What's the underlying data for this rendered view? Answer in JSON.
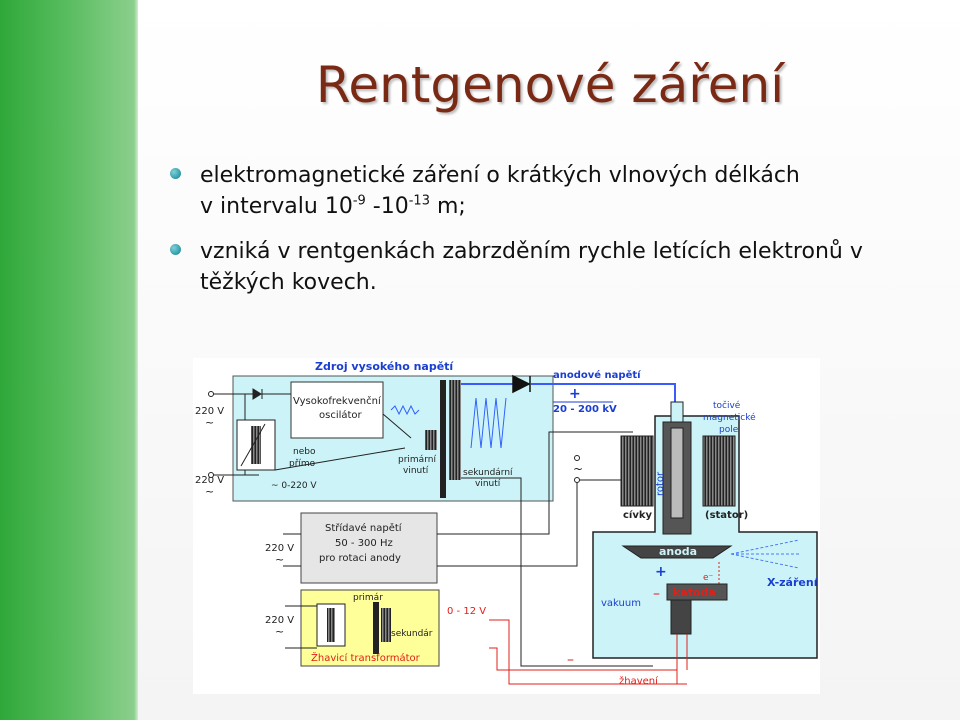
{
  "title": "Rentgenové záření",
  "bullets": [
    {
      "text": "elektromagnetické záření o krátkých vlnových délkách",
      "line2_a": "v intervalu 10",
      "sup1": "-9",
      "line2_b": " -10",
      "sup2": "-13",
      "line2_c": " m;"
    },
    {
      "text": "vzniká v rentgenkách zabrzděním rychle letících elektronů v těžkých kovech."
    }
  ],
  "diagram": {
    "hv_source_label": "Zdroj vysokého napětí",
    "anode_voltage_label": "anodové napětí",
    "plus": "+",
    "voltage_range": "20 - 200 kV",
    "oscillator_line1": "Vysokofrekvenční",
    "oscillator_line2": "oscilátor",
    "v220": "220 V",
    "tilde": "~",
    "nebo": "nebo",
    "primo": "přímo",
    "v0_220": "~ 0-220 V",
    "primary_winding_1": "primární",
    "primary_winding_2": "vinutí",
    "secondary_winding_1": "sekundární",
    "secondary_winding_2": "vinutí",
    "rotating_field_1": "točivé",
    "rotating_field_2": "magnetické",
    "rotating_field_3": "pole",
    "rotor": "rotor",
    "coils": "cívky",
    "stator": "(stator)",
    "ac_line1": "Střídavé napětí",
    "ac_line2": "50 - 300 Hz",
    "ac_line3": "pro rotaci anody",
    "anoda": "anoda",
    "katoda": "katoda",
    "electron": "e⁻",
    "xray": "X-záření",
    "vakuum": "vakuum",
    "minus": "–",
    "primar": "primár",
    "sekundar": "sekundár",
    "v0_12": "0 - 12 V",
    "heating_transformer": "Žhavicí transformátor",
    "zhaveni": "žhavení",
    "colors": {
      "title": "#7a2a14",
      "hv_box": "#ccf4f8",
      "heater_box": "#ffff99",
      "blue_text": "#1a3fd0",
      "red_text": "#e0201a",
      "anode_wire": "#3a5cff"
    }
  }
}
